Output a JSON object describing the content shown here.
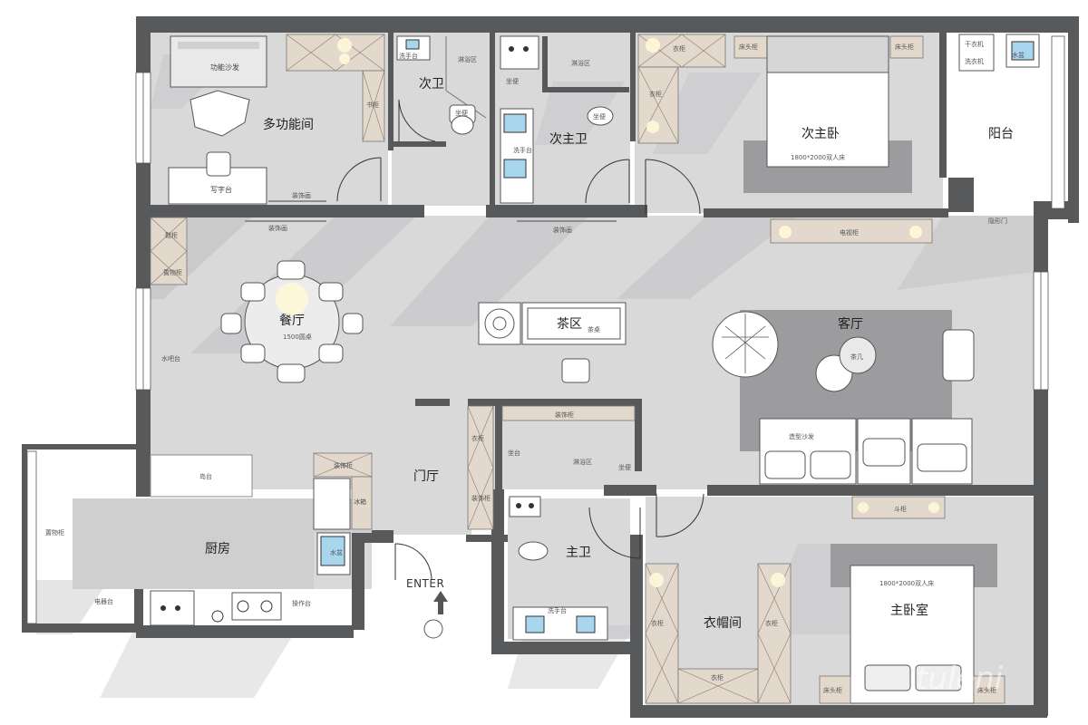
{
  "rooms": {
    "multi_room": "多功能间",
    "second_bath": "次卫",
    "second_master_bath": "次主卫",
    "second_master_bedroom": "次主卧",
    "balcony": "阳台",
    "dining": "餐厅",
    "tea_area": "茶区",
    "living_room": "客厅",
    "foyer": "门厅",
    "kitchen": "厨房",
    "master_bath": "主卫",
    "walk_in_closet": "衣帽间",
    "master_bedroom": "主卧室"
  },
  "labels": {
    "function_sofa": "功能沙发",
    "desk": "写字台",
    "decor_painting_a": "装饰画",
    "decor_painting_b": "装饰画",
    "decor_painting_c": "装饰画",
    "basin_a": "洗手台",
    "basin_b": "洗手台",
    "basin_c": "洗手台",
    "shower_a": "淋浴区",
    "shower_b": "淋浴区",
    "shower_c": "淋浴区",
    "toilet_a": "坐便",
    "toilet_b": "坐便",
    "toilet_c": "坐便",
    "toilet_d": "坐便",
    "bench": "坐台",
    "washer": "洗衣机",
    "dryer": "干衣机",
    "sink_basin": "水盆",
    "sink_basin_kitchen": "水盆",
    "nightstand_a": "床头柜",
    "nightstand_b": "床头柜",
    "nightstand_c": "床头柜",
    "nightstand_d": "床头柜",
    "double_bed_a": "1800*2000双人床",
    "double_bed_b": "1800*2000双人床",
    "tv_cabinet": "电视柜",
    "hidden_door": "隐形门",
    "bar_counter": "水吧台",
    "island": "岛台",
    "round_table": "1500圆桌",
    "tea_table": "茶桌",
    "coffee_table": "茶几",
    "feature_sofa": "造型沙发",
    "shoe_cabinet_a": "装饰柜",
    "shoe_cabinet_b": "装饰柜",
    "bucket_cabinet": "斗柜",
    "storage_cabinet": "置物柜",
    "appliance_counter": "电器台",
    "work_counter": "操作台",
    "wardrobe_a": "衣柜",
    "wardrobe_b": "衣柜",
    "wardrobe_c": "衣柜",
    "wardrobe_d": "衣柜",
    "wardrobe_e": "衣柜",
    "wardrobe_f": "衣柜",
    "shelf_cab": "书柜",
    "side_cab": "鞋柜",
    "fridge": "冰箱",
    "enter": "ENTER",
    "watermark": "tuleni"
  },
  "colors": {
    "wall": "#58595b",
    "floor": "#d9d9da",
    "cabinet": "#e3d8cc",
    "water": "#a8d6ef",
    "rug": "#9c9c9e"
  }
}
